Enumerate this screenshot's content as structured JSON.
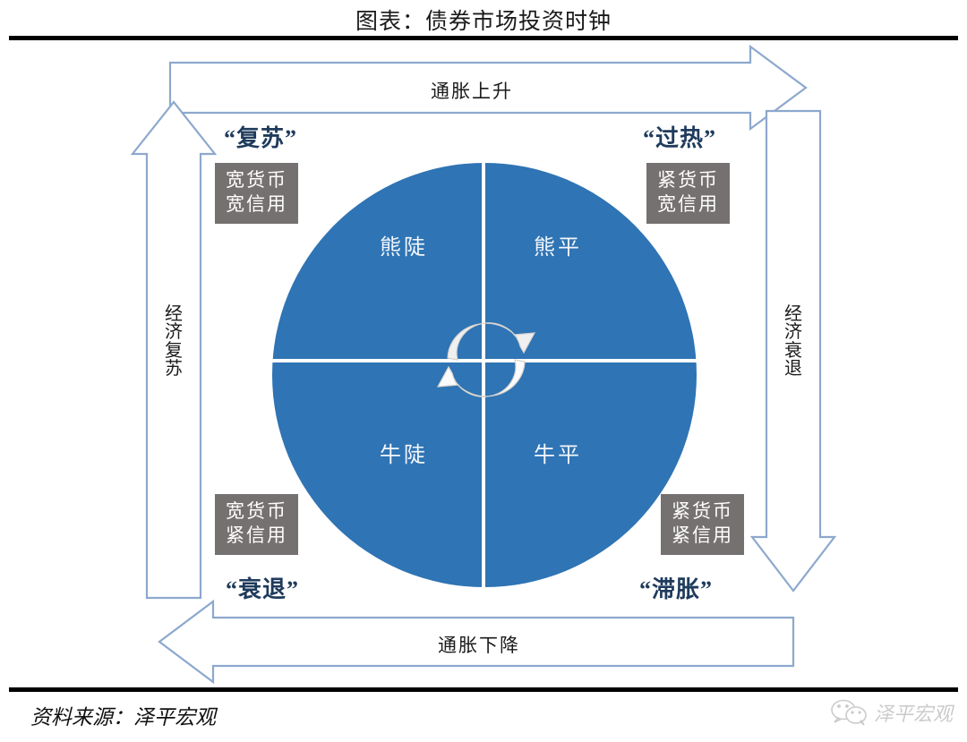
{
  "title": "图表：债券市场投资时钟",
  "source": "资料来源：泽平宏观",
  "watermark": {
    "icon": "wechat-icon",
    "text": "泽平宏观"
  },
  "axes": {
    "top_arrow_label": "通胀上升",
    "bottom_arrow_label": "通胀下降",
    "left_arrow_label": "经济复苏",
    "right_arrow_label": "经济衰退",
    "left_arrow_direction": "up",
    "right_arrow_direction": "down",
    "top_arrow_direction": "right",
    "bottom_arrow_direction": "left"
  },
  "circle": {
    "color": "#2f74b4",
    "center_icon": "circular-rotation-arrows-icon",
    "quadrants": [
      {
        "id": "bear-steepening",
        "label": "熊陡",
        "position": "top-left"
      },
      {
        "id": "bear-flattening",
        "label": "熊平",
        "position": "top-right"
      },
      {
        "id": "bull-steepening",
        "label": "牛陡",
        "position": "bottom-left"
      },
      {
        "id": "bull-flattening",
        "label": "牛平",
        "position": "bottom-right"
      }
    ]
  },
  "phases": [
    {
      "id": "recovery",
      "name": "“复苏”",
      "position": "top-left",
      "policy_line1": "宽货币",
      "policy_line2": "宽信用"
    },
    {
      "id": "overheat",
      "name": "“过热”",
      "position": "top-right",
      "policy_line1": "紧货币",
      "policy_line2": "宽信用"
    },
    {
      "id": "recession",
      "name": "“衰退”",
      "position": "bottom-left",
      "policy_line1": "宽货币",
      "policy_line2": "紧信用"
    },
    {
      "id": "stagflation",
      "name": "“滞胀”",
      "position": "bottom-right",
      "policy_line1": "紧货币",
      "policy_line2": "紧信用"
    }
  ],
  "colors": {
    "circle_blue": "#2f74b4",
    "policy_box_gray": "#767171",
    "arrow_stroke": "#8da8cd",
    "phase_name": "#1f3b5c",
    "rule_black": "#000000"
  }
}
